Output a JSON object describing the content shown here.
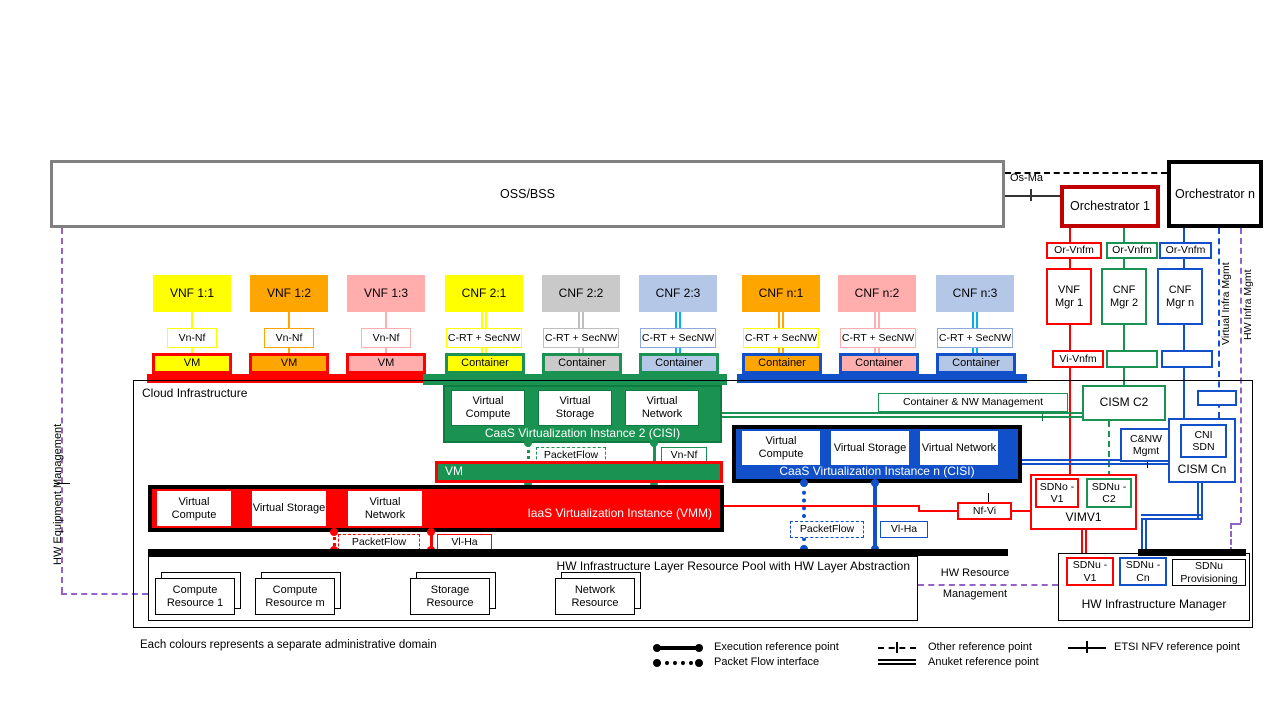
{
  "colors": {
    "yellow": "#FFFF00",
    "orange": "#FFA500",
    "pink": "#FFADAD",
    "gray": "#C9C9C9",
    "light_blue": "#B4C7E7",
    "light_blue_border": "#8EAADB",
    "green": "#1A9252",
    "green_dark": "#0E7C41",
    "red": "#FF0000",
    "dark_red": "#C00000",
    "blue": "#1150C8",
    "cyan": "#00B0F0",
    "purple": "#9463C9",
    "oss_gray": "#808080"
  },
  "top": {
    "oss": "OSS/BSS",
    "os_ma": "Os-Ma",
    "orchestrator_1": "Orchestrator 1",
    "orchestrator_n": "Orchestrator n"
  },
  "mgmt": {
    "or_vnfm": "Or-Vnfm",
    "vnf_mgr_1": "VNF Mgr 1",
    "cnf_mgr_2": "CNF Mgr 2",
    "cnf_mgr_n": "CNF Mgr n",
    "vi_vnfm": "Vi-Vnfm",
    "virtual_infra_mgmt": "Virtual Infra Mgmt",
    "hw_infra_mgmt": "HW Infra Mgmt"
  },
  "nfs": [
    "VNF 1:1",
    "VNF 1:2",
    "VNF 1:3",
    "CNF 2:1",
    "CNF 2:2",
    "CNF 2:3",
    "CNF n:1",
    "CNF n:2",
    "CNF n:3"
  ],
  "ifs": {
    "vn_nf": "Vn-Nf",
    "c_rt_secnw": "C-RT + SecNW",
    "packetflow": "PacketFlow",
    "vl_ha": "Vl-Ha",
    "nf_vi": "Nf-Vi"
  },
  "runtime": {
    "vm": "VM",
    "container": "Container"
  },
  "cloud": {
    "title": "Cloud  Infrastructure",
    "virtual_compute": "Virtual Compute",
    "virtual_storage": "Virtual Storage",
    "virtual_network": "Virtual Network",
    "caas2": "CaaS Virtualization Instance 2 (CISI)",
    "caasn": "CaaS Virtualization Instance n (CISI)",
    "vm_bar": "VM",
    "iaas": "IaaS Virtualization Instance (VMM)",
    "container_nw_mgmt": "Container & NW  Management",
    "cism_c2": "CISM C2",
    "cnw_mgmt": "C&NW Mgmt",
    "cni_sdn": "CNI SDN",
    "cism_cn": "CISM Cn",
    "vimv1": "VIMV1",
    "sdno_v1": "SDNo -V1",
    "sdnu_c2": "SDNu -C2"
  },
  "hw": {
    "pool_title": "HW Infrastructure Layer Resource Pool with HW Layer Abstraction",
    "resources": [
      "Compute Resource 1",
      "Compute Resource m",
      "Storage Resource",
      "Network Resource"
    ],
    "mgr_title": "HW Infrastructure Manager",
    "sdnu_v1": "SDNu -V1",
    "sdnu_cn": "SDNu -Cn",
    "sdnu_provisioning": "SDNu Provisioning",
    "hw_equipment_mgmt": "HW Equipment Management",
    "hw_resource_mgmt_1": "HW Resource",
    "hw_resource_mgmt_2": "Management"
  },
  "legend": {
    "note": "Each colours represents a separate administrative domain",
    "execution": "Execution reference point",
    "packet_flow": "Packet Flow interface",
    "other": "Other reference point",
    "anuket": "Anuket reference point",
    "etsi": "ETSI NFV reference point"
  }
}
